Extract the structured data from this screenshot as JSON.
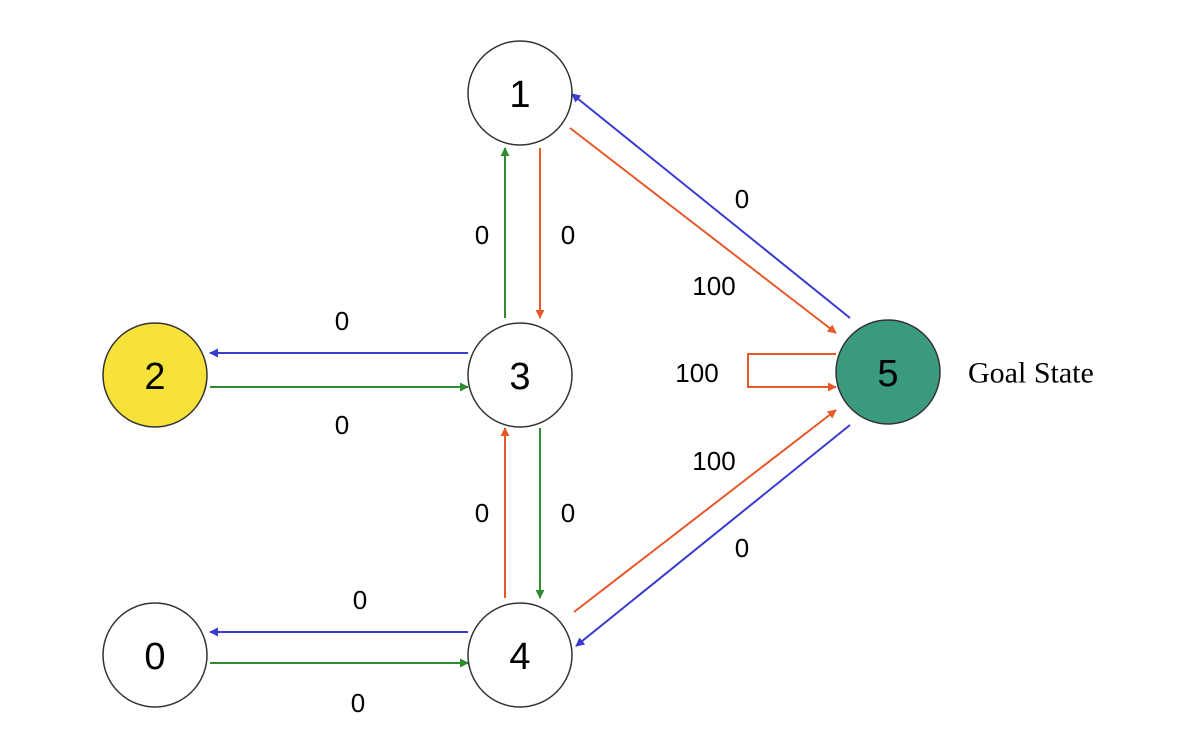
{
  "diagram": {
    "colors": {
      "blue": "#3a3ad0",
      "green": "#2e8b2e",
      "orange": "#e8592a",
      "yellow": "#f7e23a",
      "teal": "#3a9a80",
      "white": "#ffffff"
    },
    "nodes": [
      {
        "id": "0",
        "label": "0",
        "fill": "white"
      },
      {
        "id": "1",
        "label": "1",
        "fill": "white"
      },
      {
        "id": "2",
        "label": "2",
        "fill": "yellow"
      },
      {
        "id": "3",
        "label": "3",
        "fill": "white"
      },
      {
        "id": "4",
        "label": "4",
        "fill": "white"
      },
      {
        "id": "5",
        "label": "5",
        "fill": "teal"
      }
    ],
    "edges": [
      {
        "from": "1",
        "to": "3",
        "weight": "0",
        "color": "orange"
      },
      {
        "from": "3",
        "to": "1",
        "weight": "0",
        "color": "green"
      },
      {
        "from": "1",
        "to": "5",
        "weight": "100",
        "color": "orange"
      },
      {
        "from": "5",
        "to": "1",
        "weight": "0",
        "color": "blue"
      },
      {
        "from": "3",
        "to": "2",
        "weight": "0",
        "color": "blue"
      },
      {
        "from": "2",
        "to": "3",
        "weight": "0",
        "color": "green"
      },
      {
        "from": "3",
        "to": "4",
        "weight": "0",
        "color": "green"
      },
      {
        "from": "4",
        "to": "3",
        "weight": "0",
        "color": "orange"
      },
      {
        "from": "5",
        "to": "5",
        "weight": "100",
        "color": "orange"
      },
      {
        "from": "4",
        "to": "5",
        "weight": "100",
        "color": "orange"
      },
      {
        "from": "5",
        "to": "4",
        "weight": "0",
        "color": "blue"
      },
      {
        "from": "4",
        "to": "0",
        "weight": "0",
        "color": "blue"
      },
      {
        "from": "0",
        "to": "4",
        "weight": "0",
        "color": "green"
      }
    ],
    "goal_label": "Goal State"
  }
}
